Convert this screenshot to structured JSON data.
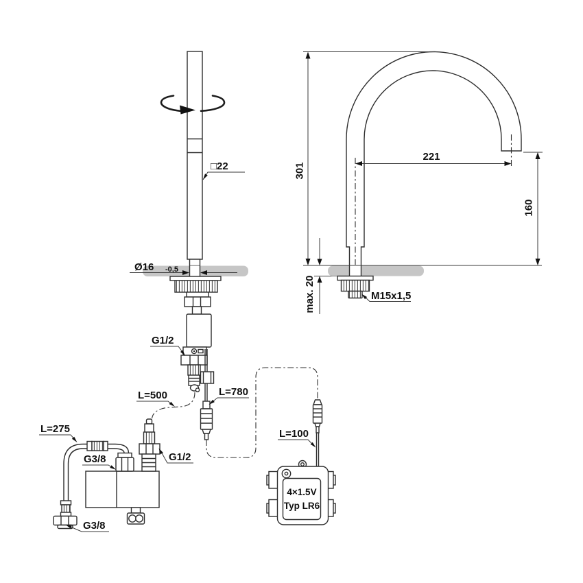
{
  "diagram": {
    "spout_column": {
      "profile_size": "□22",
      "shaft_diameter": "Ø16",
      "shaft_tolerance": "-0,5"
    },
    "spout_dimensions": {
      "total_height": "301",
      "reach": "221",
      "outlet_height": "160",
      "deck_max_thickness": "max. 20",
      "mounting_thread": "M15x1,5"
    },
    "cables": {
      "sensor_cable_length": "L=500",
      "valve_cable_length": "L=780",
      "battery_cable_length": "L=100"
    },
    "water_connections": {
      "hose_length": "L=275",
      "hose_elbow_thread": "G3/8",
      "hose_end_thread": "G3/8",
      "valve_inlet_thread": "G1/2",
      "spout_connection_thread": "G1/2"
    },
    "battery_box": {
      "label_line1": "4×1.5V",
      "label_line2": "Typ LR6"
    },
    "colors": {
      "line": "#2e2e2e",
      "counter_fill": "#c6c6c6"
    }
  }
}
